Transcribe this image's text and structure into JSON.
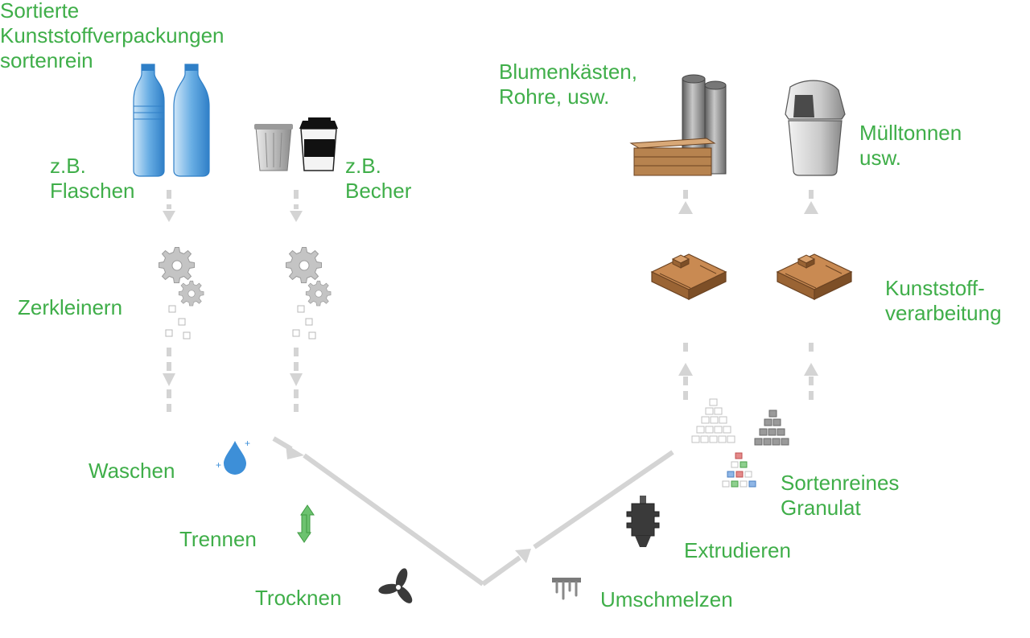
{
  "colors": {
    "label_green": "#3fae49",
    "arrow_gray": "#d4d4d4",
    "bottle_blue": "#5aa0dc",
    "crate_brown": "#b07a45",
    "gear_gray": "#c8c8c8"
  },
  "labels": {
    "sorted": [
      "Sortierte",
      "Kunststoffverpackungen",
      "sortenrein"
    ],
    "bottles": [
      "z.B.",
      "Flaschen"
    ],
    "cups": [
      "z.B.",
      "Becher"
    ],
    "shred": "Zerkleinern",
    "wash": "Waschen",
    "separate": "Trennen",
    "dry": "Trocknen",
    "remelt": "Umschmelzen",
    "extrude": "Extrudieren",
    "granulate": [
      "Sortenreines",
      "Granulat"
    ],
    "processing": [
      "Kunststoff-",
      "verarbeitung"
    ],
    "flowerboxes": [
      "Blumenkästen,",
      "Rohre, usw."
    ],
    "bins": [
      "Mülltonnen",
      "usw."
    ]
  },
  "icons": {
    "bottles": "plastic-bottles-icon",
    "cups": "cups-icon",
    "gears": "gears-icon",
    "water": "water-drop-icon",
    "separate": "up-down-arrows-icon",
    "fan": "fan-icon",
    "melt": "melting-icon",
    "extruder": "extruder-icon",
    "granulate": "granulate-icon",
    "machine": "processing-machine-icon",
    "pipes": "pipes-boards-icon",
    "bin": "trash-bin-icon"
  }
}
